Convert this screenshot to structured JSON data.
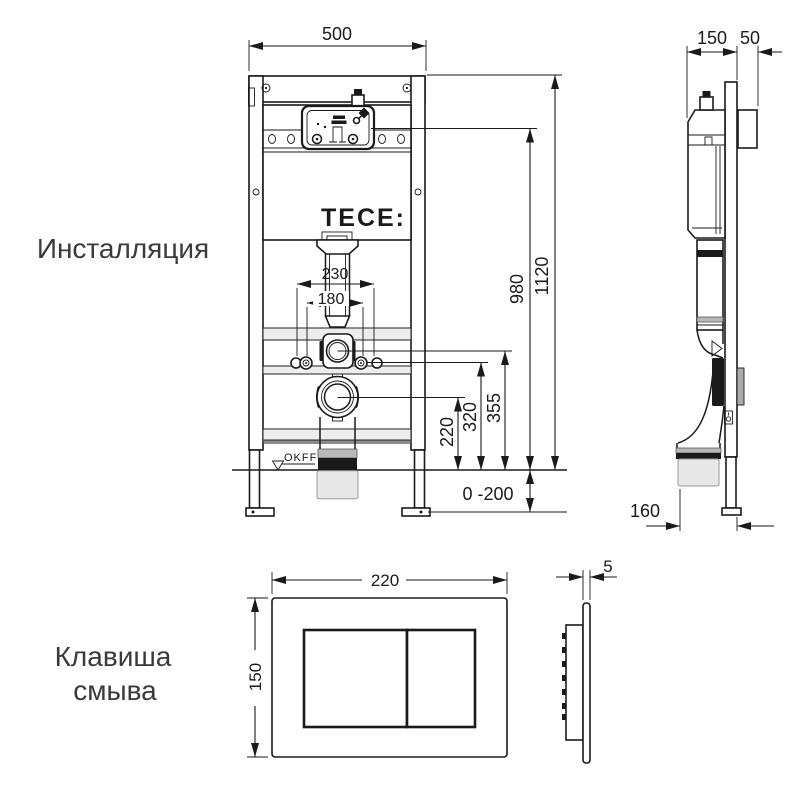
{
  "labels": {
    "installation": "Инсталляция",
    "flush_key_line1": "Клавиша",
    "flush_key_line2": "смыва"
  },
  "brand_logo": "TECE:",
  "installation_front": {
    "frame_width": "500",
    "fixing_spacing_outer": "230",
    "fixing_spacing_inner": "180",
    "total_height": "1120",
    "actuator_height": "980",
    "flush_pipe_height": "355",
    "fixing_height": "320",
    "waste_outlet_height": "220",
    "leg_adjustment": "0 -200",
    "floor_level_mark": "OKFF"
  },
  "installation_side": {
    "frame_depth": "150",
    "front_offset": "50",
    "waste_outlet_offset": "160"
  },
  "flush_plate_front": {
    "width": "220",
    "height": "150"
  },
  "flush_plate_side": {
    "thickness": "5"
  },
  "colors": {
    "line": "#1a1a1a",
    "label_text": "#3a3a3a",
    "light_gray_fill": "#e8e8e8",
    "mid_gray_fill": "#b9b9b9",
    "dark_fill": "#1a1a1a"
  }
}
